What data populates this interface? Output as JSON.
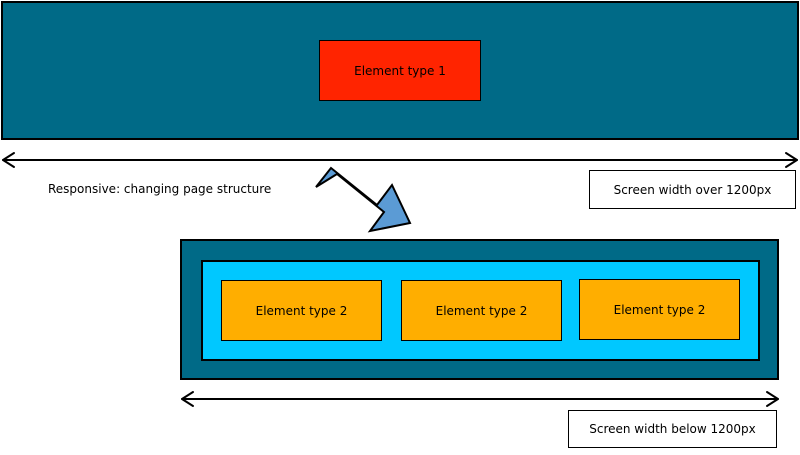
{
  "top_layout": {
    "element_label": "Element type 1"
  },
  "caption": "Responsive: changing page structure",
  "width_labels": {
    "over": "Screen width over 1200px",
    "below": "Screen width below 1200px"
  },
  "bottom_layout": {
    "elements": [
      {
        "label": "Element type 2"
      },
      {
        "label": "Element type 2"
      },
      {
        "label": "Element type 2"
      }
    ]
  },
  "colors": {
    "container": "#006a87",
    "element_type_1": "#ff2400",
    "inner_container": "#00c8ff",
    "element_type_2": "#ffae00",
    "transition_arrow": "#5b9bd5"
  }
}
